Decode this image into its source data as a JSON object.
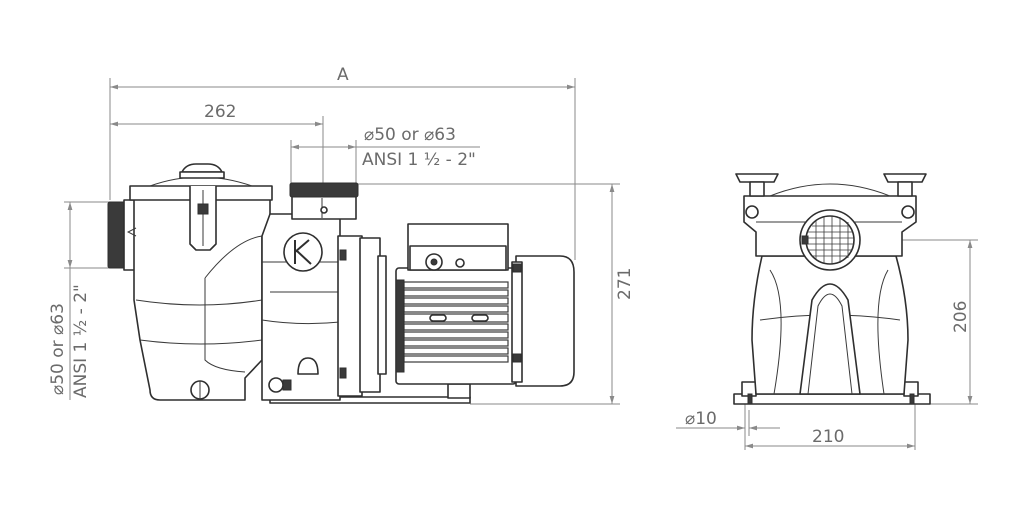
{
  "dimensions": {
    "overall_length": "A",
    "inlet_offset": "262",
    "outlet_diameter_line1": "⌀50 or ⌀63",
    "outlet_diameter_line2": "ANSI 1 ½ - 2\"",
    "inlet_diameter_line1": "⌀50 or ⌀63",
    "inlet_diameter_line2": "ANSI 1 ½ - 2\"",
    "overall_height": "271",
    "front_inlet_height": "206",
    "mount_hole": "⌀10",
    "base_width": "210"
  },
  "icons": {
    "logo": "k-logo-icon"
  },
  "colors": {
    "line": "#2f2f2f",
    "dimension": "#8a8a8a",
    "text": "#6b6b6b"
  }
}
